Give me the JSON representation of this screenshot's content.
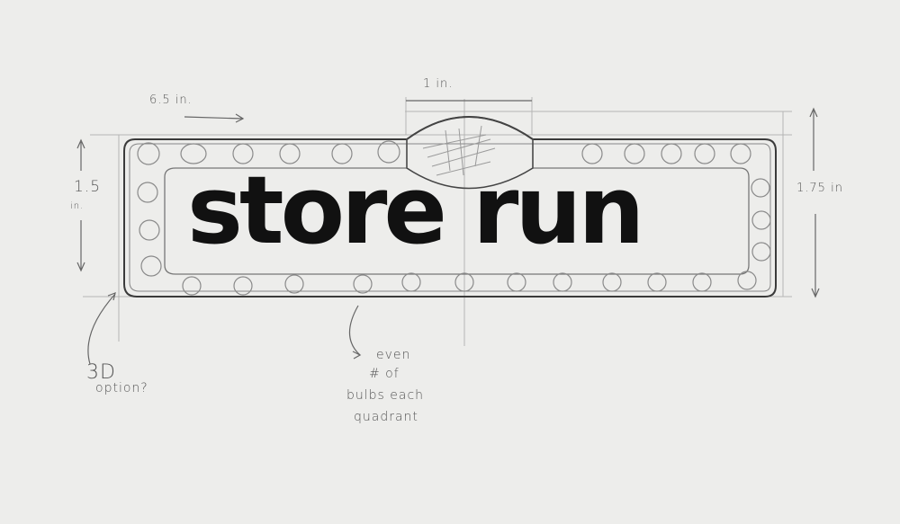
{
  "sign": {
    "title": "store run"
  },
  "dimensions": {
    "width_label": "6.5 in.",
    "emblem_width_label": "1 in.",
    "height_label_value": "1.5",
    "height_label_unit": "in.",
    "total_height_label": "1.75 in"
  },
  "annotations": {
    "option_line1": "3D",
    "option_line2": "option?",
    "bulbs_line1": "even",
    "bulbs_line2": "# of",
    "bulbs_line3": "bulbs each",
    "bulbs_line4": "quadrant"
  },
  "colors": {
    "paper": "#ededeb",
    "pencil": "#6a6a6a",
    "ink": "#111111"
  }
}
